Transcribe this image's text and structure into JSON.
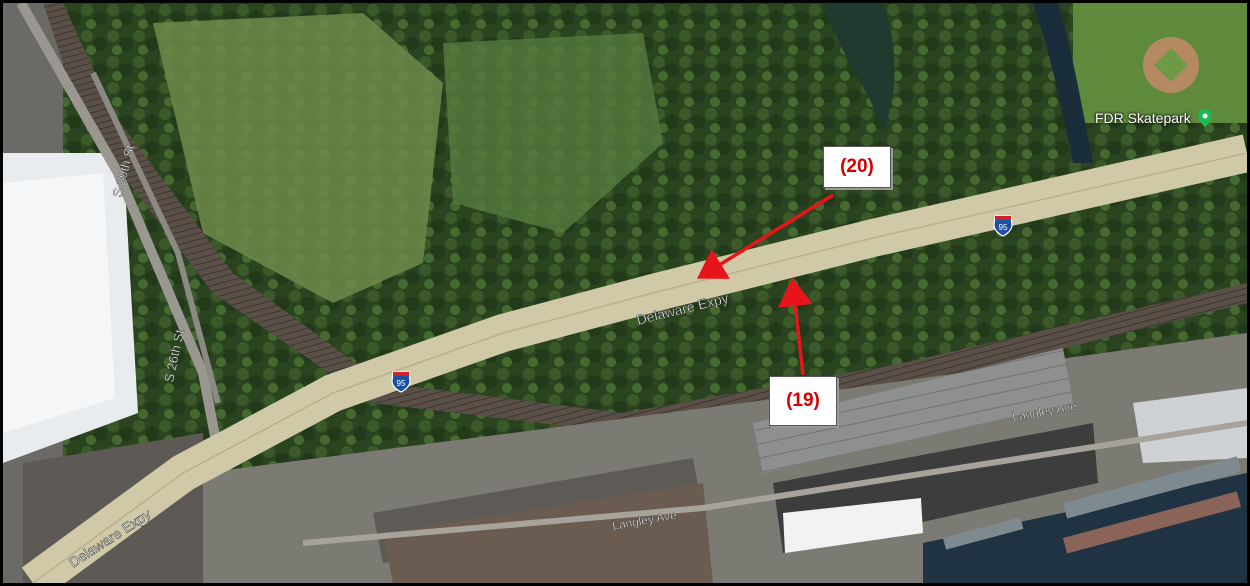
{
  "roads": {
    "delaware_upper": "Delaware Expy",
    "delaware_lower": "Delaware Expy",
    "i95_shield_upper": "95",
    "i95_shield_lower": "95",
    "s29th": "S 29th St",
    "s26th": "S 26th St",
    "langley_left": "Langley Ave",
    "langley_right": "Langley Ave"
  },
  "poi": {
    "skatepark": "FDR Skatepark"
  },
  "callouts": {
    "c20": "(20)",
    "c19": "(19)"
  },
  "colors": {
    "forest": "#2e4a22",
    "highway": "#d8d3b4",
    "arrow": "#e8141b",
    "callout_text": "#d40000",
    "pin": "#1db954"
  },
  "icons": {
    "pin": "map-pin-icon",
    "shield": "interstate-shield-icon"
  }
}
